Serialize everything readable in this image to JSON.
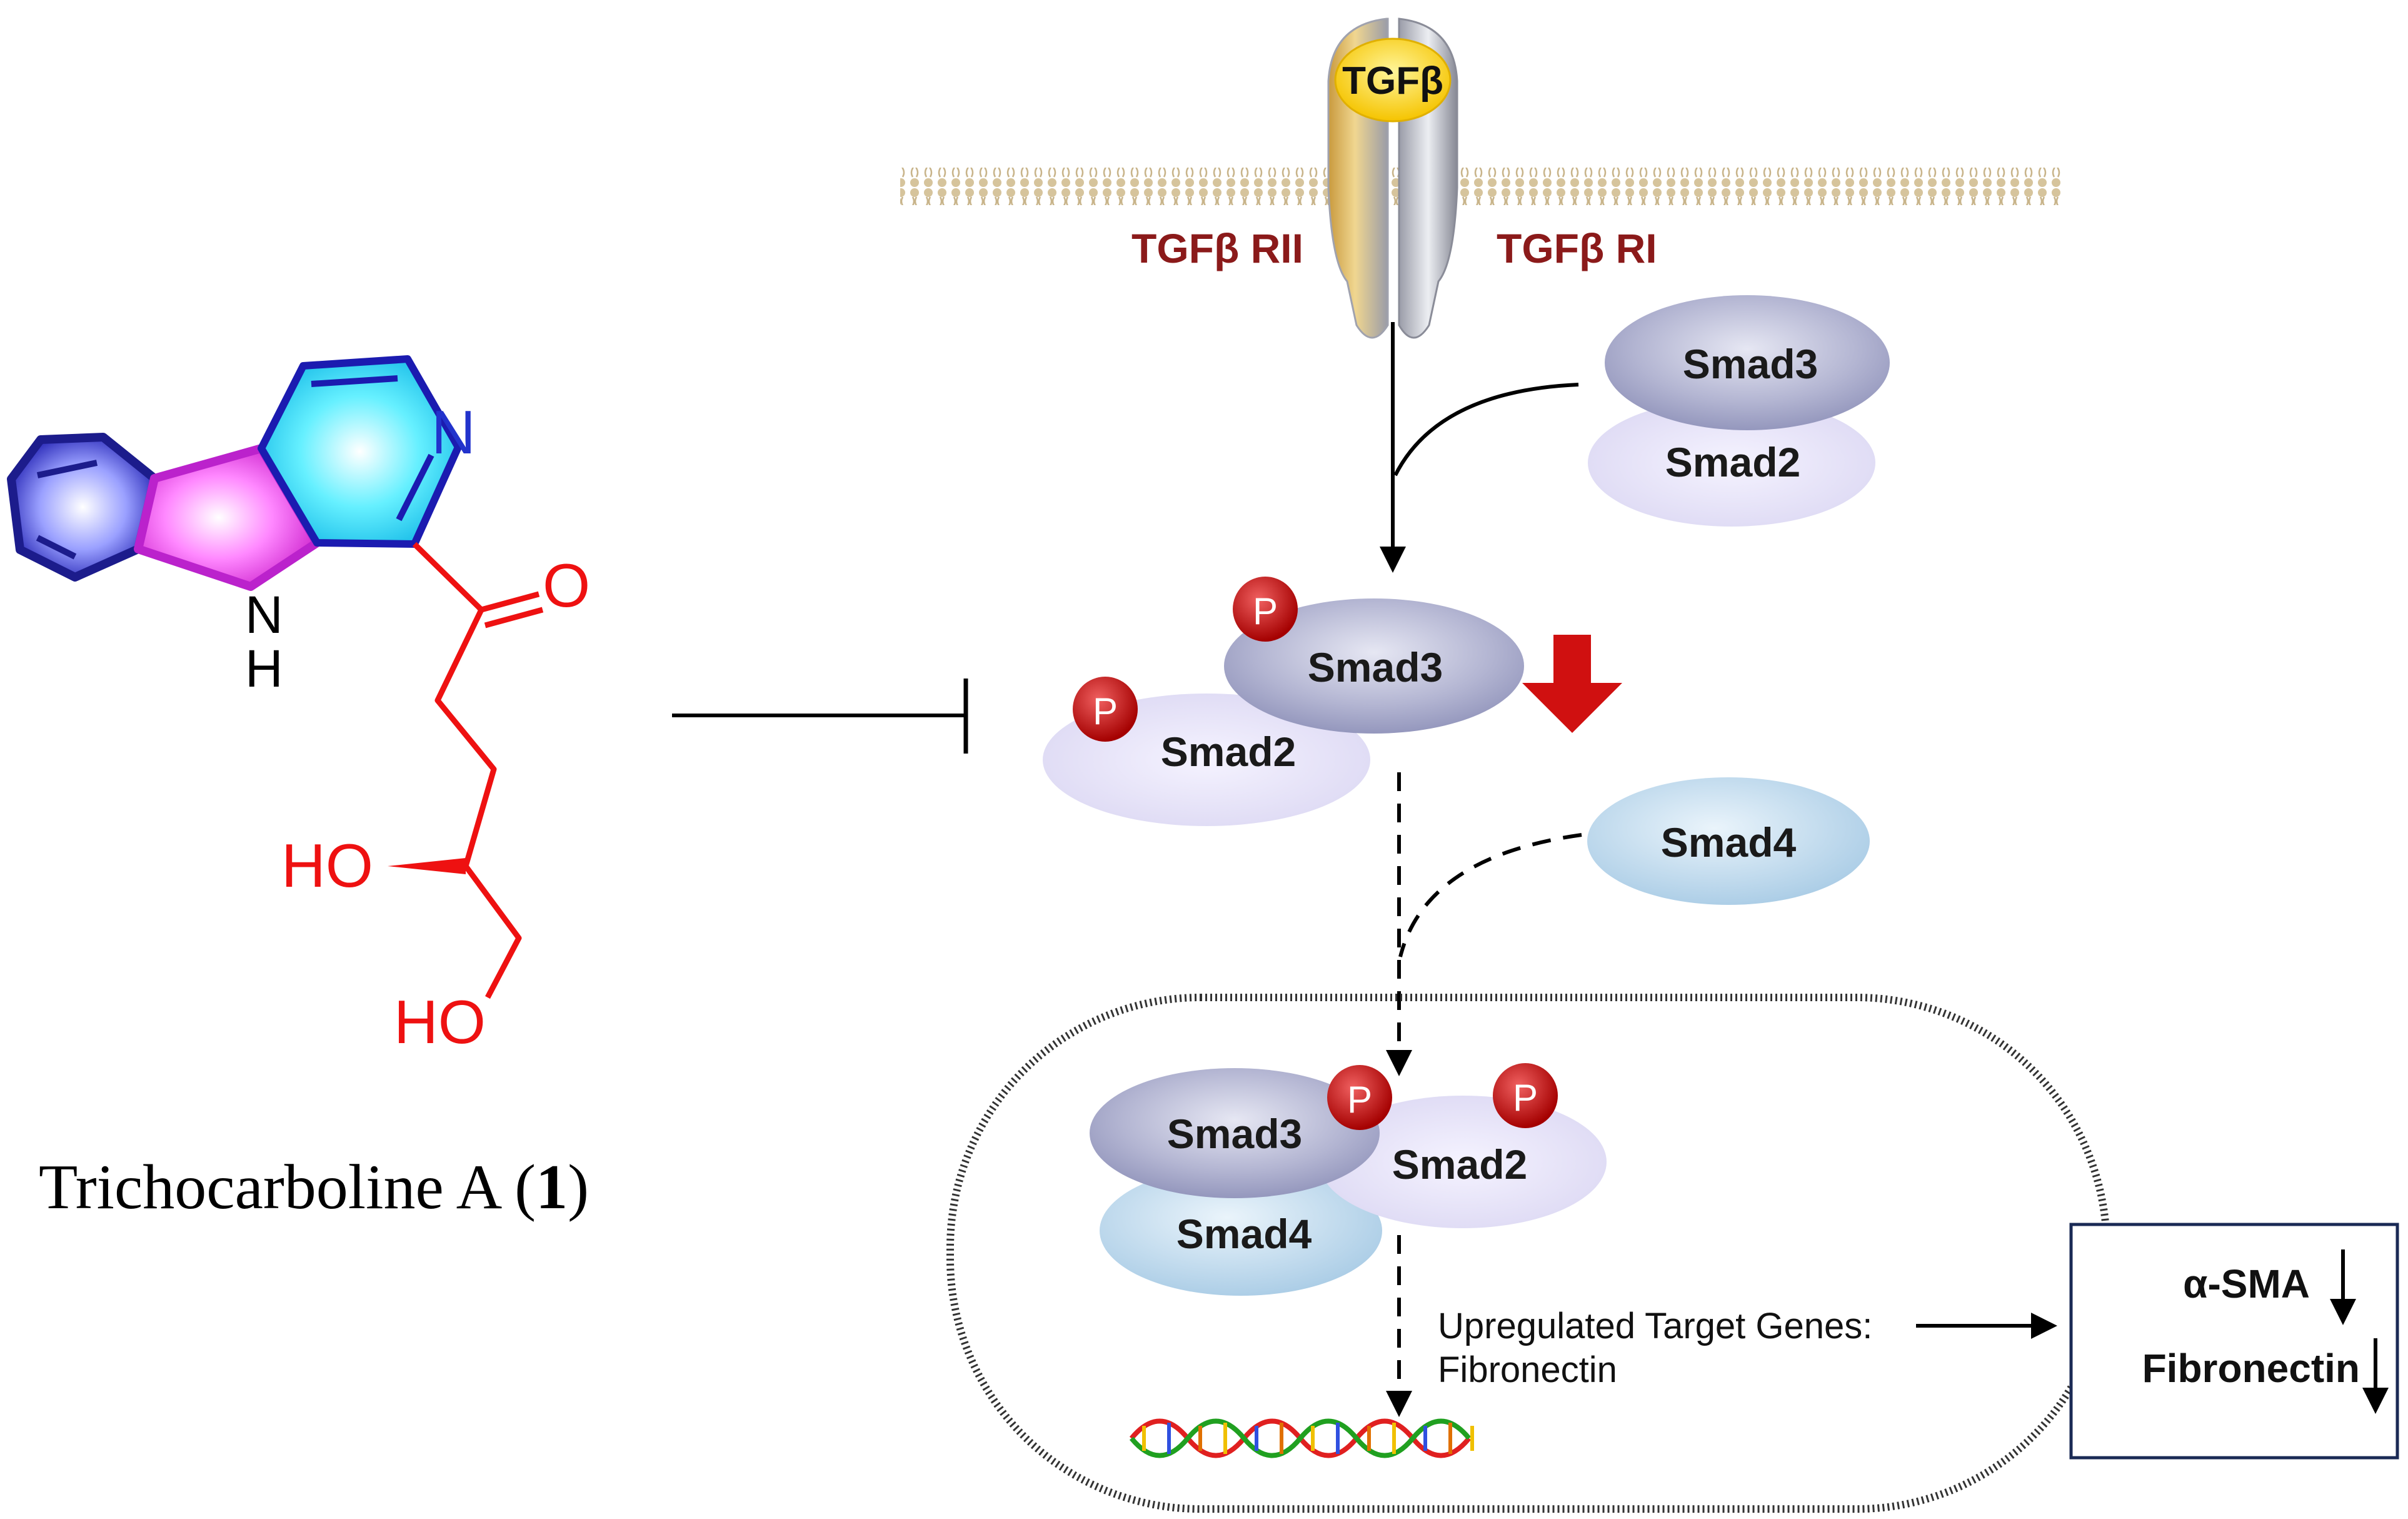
{
  "compound": {
    "name_prefix": "Trichocarboline A (",
    "number": "1",
    "name_suffix": ")",
    "atom_N_ring": "N",
    "atom_NH_N": "N",
    "atom_NH_H": "H",
    "atom_O": "O",
    "atom_HO_1": "HO",
    "atom_HO_2": "HO"
  },
  "receptor": {
    "ligand": "TGFβ",
    "left_label": "TGFβ RII",
    "right_label": "TGFβ RI"
  },
  "proteins": {
    "smad3_top": "Smad3",
    "smad2_top": "Smad2",
    "smad3_phos": "Smad3",
    "smad2_phos": "Smad2",
    "smad4_free": "Smad4",
    "smad3_nuc": "Smad3",
    "smad2_nuc": "Smad2",
    "smad4_nuc": "Smad4",
    "phospho": "P"
  },
  "nucleus": {
    "genes_line1": "Upregulated Target Genes:",
    "genes_line2": "Fibronectin"
  },
  "outcome": {
    "item1": "α-SMA",
    "item2": "Fibronectin"
  },
  "colors": {
    "inhibit_red": "#d01010",
    "label_darkred": "#8b1a1a",
    "phospho_red": "#c41010",
    "molecule_red": "#ee1111",
    "membrane_tan": "#c8b48a"
  }
}
